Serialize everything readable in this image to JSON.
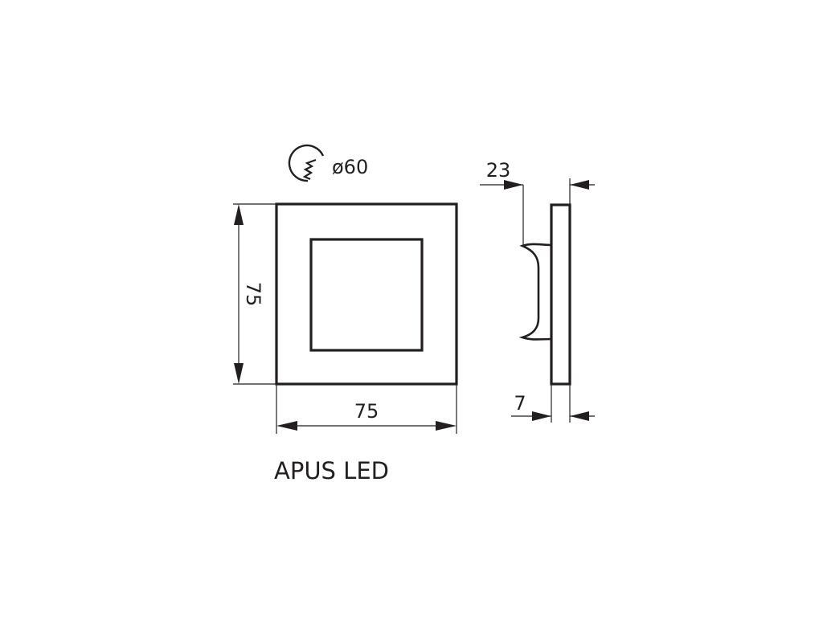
{
  "drill": {
    "icon": "hole-saw-icon",
    "label": "ø60"
  },
  "front_view": {
    "height_label": "75",
    "width_label": "75"
  },
  "side_view": {
    "depth_label": "23",
    "thickness_label": "7"
  },
  "product_name": "APUS LED",
  "colors": {
    "line": "#231f20",
    "background": "#ffffff"
  }
}
